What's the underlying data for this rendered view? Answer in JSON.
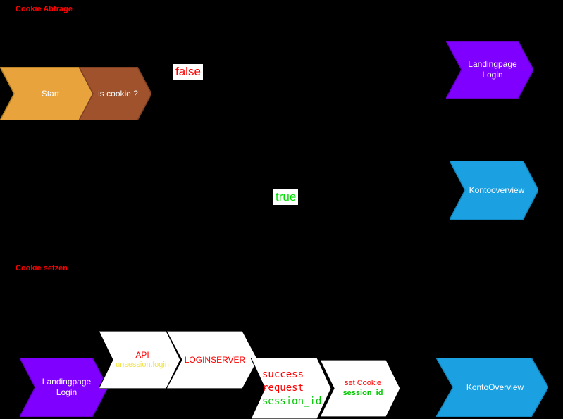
{
  "colors": {
    "background": "#000000",
    "orange_shape": "#e8a33d",
    "brown_shape": "#a0522d",
    "purple_shape": "#8000ff",
    "blue_shape": "#1ba1e2",
    "white_shape": "#ffffff",
    "red_text": "#ff0000",
    "green_text": "#00c800",
    "yellow_text": "#f2e442",
    "white_text": "#ffffff"
  },
  "sections": {
    "cookie_abfrage": "Cookie Abfrage",
    "cookie_setzen": "Cookie setzen"
  },
  "edge_labels": {
    "false_label": "false",
    "true_label": "true"
  },
  "shapes": {
    "start": {
      "label": "Start"
    },
    "is_cookie": {
      "label": "is cookie ?"
    },
    "landingpage_login_top": {
      "label": "Landingpage\nLogin"
    },
    "kontooverview_right": {
      "label": "Kontooverview"
    },
    "landingpage_login_bottom": {
      "label": "Landingpage\nLogin"
    },
    "api": {
      "title": "API",
      "subtitle": "unsession.login"
    },
    "loginserver": {
      "label": "LOGINSERVER"
    },
    "success": {
      "request_lines": "success\nrequest",
      "session": "session_id"
    },
    "set_cookie": {
      "title": "set Cookie",
      "session": "session_id"
    },
    "kontooverview_bottom": {
      "label": "KontoOverview"
    }
  }
}
